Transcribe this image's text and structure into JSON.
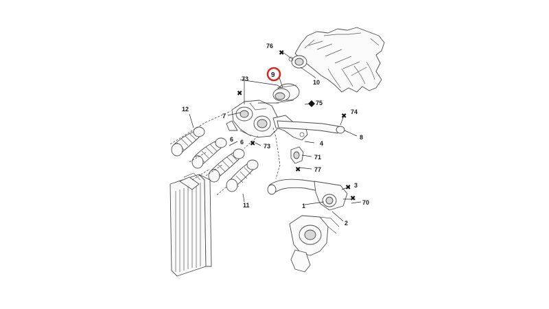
{
  "highlight_color": "#e0221f",
  "callouts": {
    "c76": "76",
    "c10": "10",
    "c9": "9",
    "c73a": "73",
    "c75": "75",
    "c12": "12",
    "c7": "7",
    "c74": "74",
    "c8": "8",
    "c6a": "6",
    "c6b": "6",
    "c73b": "73",
    "c4": "4",
    "c71": "71",
    "c77": "77",
    "c11": "11",
    "c3": "3",
    "c70": "70",
    "c1": "1",
    "c2": "2"
  },
  "icons": {
    "cross_marker": "x-marker-icon",
    "diamond_marker": "diamond-marker-icon"
  }
}
